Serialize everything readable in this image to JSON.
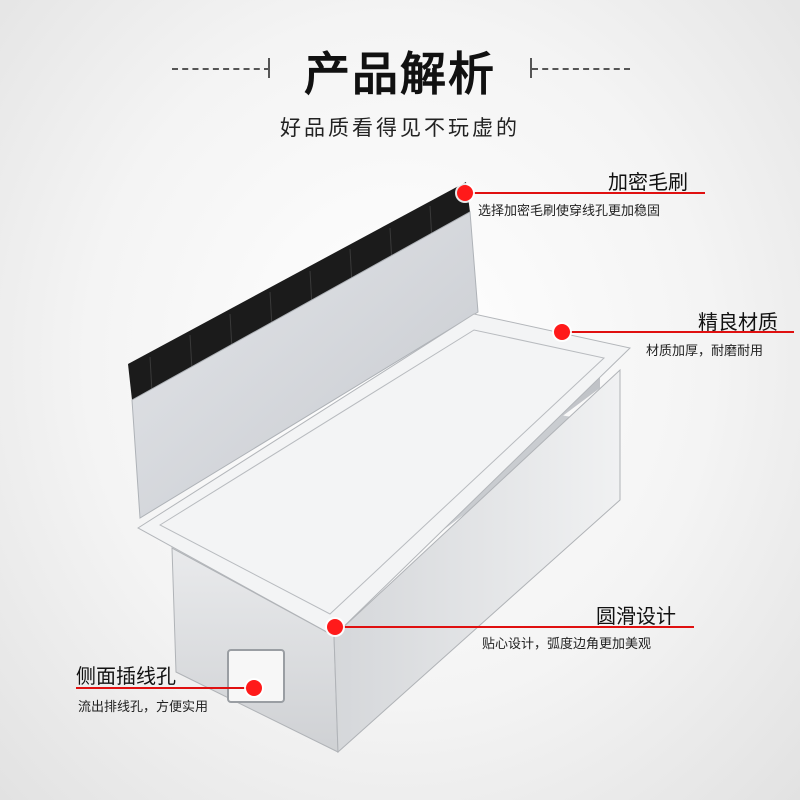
{
  "header": {
    "title": "产品解析",
    "subtitle": "好品质看得见不玩虚的"
  },
  "colors": {
    "accent": "#ff1a1a",
    "title": "#111111",
    "background": "#f2f2f2"
  },
  "callouts": [
    {
      "title": "加密毛刷",
      "desc": "选择加密毛刷使穿线孔更加稳固",
      "icon": "red-dot"
    },
    {
      "title": "精良材质",
      "desc": "材质加厚，耐磨耐用",
      "icon": "red-dot"
    },
    {
      "title": "圆滑设计",
      "desc": "贴心设计，弧度边角更加美观",
      "icon": "red-dot"
    },
    {
      "title": "侧面插线孔",
      "desc": "流出排线孔，方便实用",
      "icon": "red-dot"
    }
  ]
}
